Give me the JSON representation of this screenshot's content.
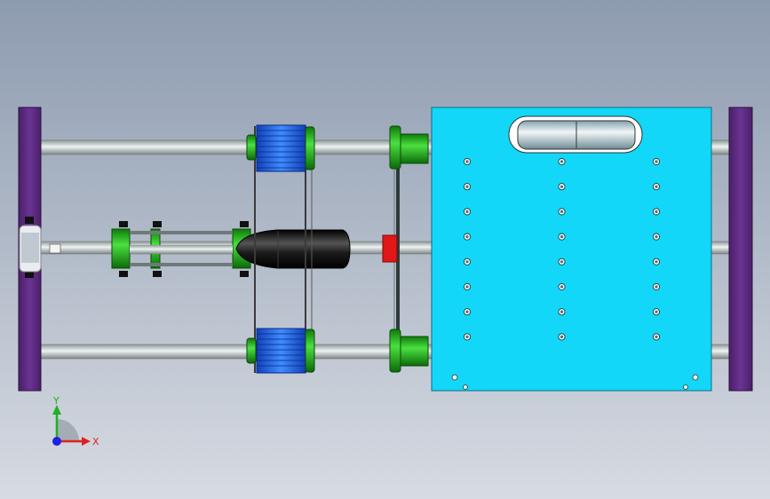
{
  "viewport": {
    "background_top": "#8d9bb0",
    "background_bottom": "#d7dbe2"
  },
  "colors": {
    "end_plate": "#5e2c82",
    "rod": "#c9d4d2",
    "table": "#12d7f8",
    "gear": "#1f5ff0",
    "bushing": "#22b81c",
    "motor": "#111111",
    "coupler": "#e01818",
    "belt": "#333333"
  },
  "table_holes": {
    "columns": 3,
    "rows": 8
  },
  "triad": {
    "x_label": "X",
    "y_label": "Y",
    "x_color": "#e02020",
    "y_color": "#20b020",
    "z_color": "#2020e0"
  }
}
